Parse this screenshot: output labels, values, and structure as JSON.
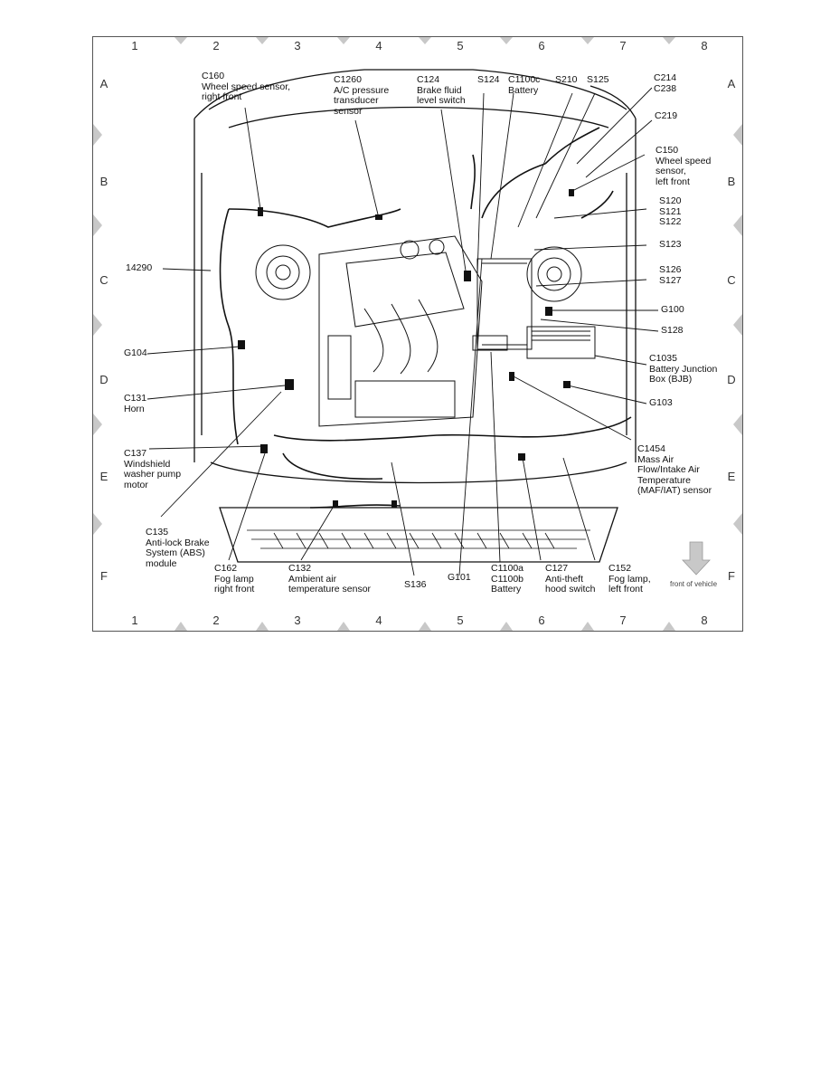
{
  "grid": {
    "columns": [
      "1",
      "2",
      "3",
      "4",
      "5",
      "6",
      "7",
      "8"
    ],
    "rows": [
      "A",
      "B",
      "C",
      "D",
      "E",
      "F"
    ]
  },
  "labels": {
    "c160": [
      "C160",
      "Wheel speed sensor,",
      "right front"
    ],
    "c1260": [
      "C1260",
      "A/C pressure",
      "transducer",
      "sensor"
    ],
    "c124": [
      "C124",
      "Brake fluid",
      "level switch"
    ],
    "s124": [
      "S124"
    ],
    "c1100c": [
      "C1100c",
      "Battery"
    ],
    "s210": [
      "S210"
    ],
    "s125": [
      "S125"
    ],
    "c214": [
      "C214",
      "C238"
    ],
    "c219": [
      "C219"
    ],
    "c150": [
      "C150",
      "Wheel speed",
      "sensor,",
      "left front"
    ],
    "s120": [
      "S120",
      "S121",
      "S122"
    ],
    "s123": [
      "S123"
    ],
    "s126": [
      "S126",
      "S127"
    ],
    "g100": [
      "G100"
    ],
    "s128": [
      "S128"
    ],
    "c1035": [
      "C1035",
      "Battery Junction",
      "Box (BJB)"
    ],
    "g103": [
      "G103"
    ],
    "c1454": [
      "C1454",
      "Mass Air",
      "Flow/Intake Air",
      "Temperature",
      "(MAF/IAT) sensor"
    ],
    "n14290": [
      "14290"
    ],
    "g104": [
      "G104"
    ],
    "c131": [
      "C131",
      "Horn"
    ],
    "c137": [
      "C137",
      "Windshield",
      "washer pump",
      "motor"
    ],
    "c135": [
      "C135",
      "Anti-lock Brake",
      "System (ABS)",
      "module"
    ],
    "c162": [
      "C162",
      "Fog lamp",
      "right front"
    ],
    "c132": [
      "C132",
      "Ambient air",
      "temperature sensor"
    ],
    "s136": [
      "S136"
    ],
    "g101": [
      "G101"
    ],
    "c1100a": [
      "C1100a",
      "C1100b",
      "Battery"
    ],
    "c127": [
      "C127",
      "Anti-theft",
      "hood switch"
    ],
    "c152": [
      "C152",
      "Fog lamp,",
      "left front"
    ]
  },
  "front_indicator": "front of vehicle",
  "colors": {
    "line": "#111111",
    "border": "#555555",
    "marker": "#c8c8c8"
  }
}
